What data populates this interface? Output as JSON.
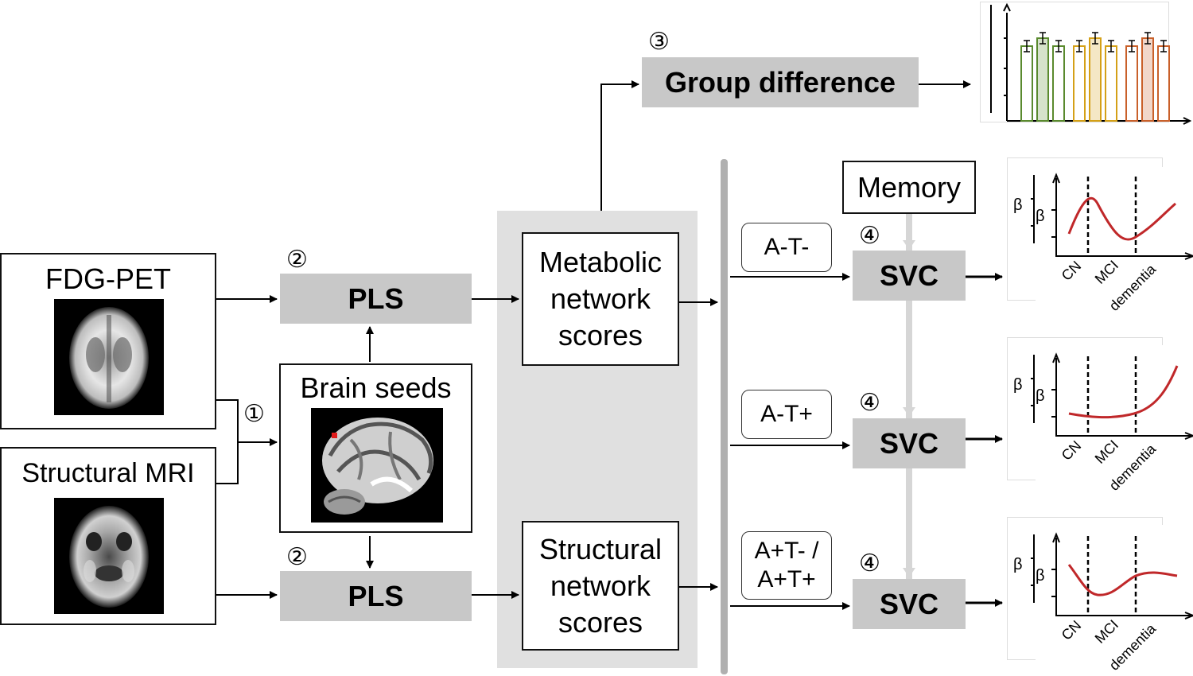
{
  "inputs": {
    "fdg_pet": "FDG-PET",
    "structural_mri": "Structural MRI"
  },
  "seeds": {
    "title": "Brain seeds"
  },
  "steps": {
    "s1": "①",
    "s2a": "②",
    "s2b": "②",
    "s3": "③",
    "s4a": "④",
    "s4b": "④",
    "s4c": "④"
  },
  "pls": {
    "top": "PLS",
    "bottom": "PLS"
  },
  "network_scores": {
    "metabolic": [
      "Metabolic",
      "network",
      "scores"
    ],
    "structural": [
      "Structural",
      "network",
      "scores"
    ]
  },
  "group_difference": "Group difference",
  "memory": "Memory",
  "groups": {
    "g1": "A-T-",
    "g2": "A-T+",
    "g3_line1": "A+T- /",
    "g3_line2": "A+T+"
  },
  "svc": {
    "a": "SVC",
    "b": "SVC",
    "c": "SVC"
  },
  "plots": {
    "beta": "β",
    "cn": "CN",
    "mci": "MCI",
    "dementia": "dementia"
  },
  "colors": {
    "gray_box": "#c8c8c8",
    "panel_bg": "#e0e0e0",
    "curve": "#c0282a",
    "bar_green": "#5a8a2e",
    "bar_yellow": "#d4a017",
    "bar_orange": "#c9602a"
  }
}
